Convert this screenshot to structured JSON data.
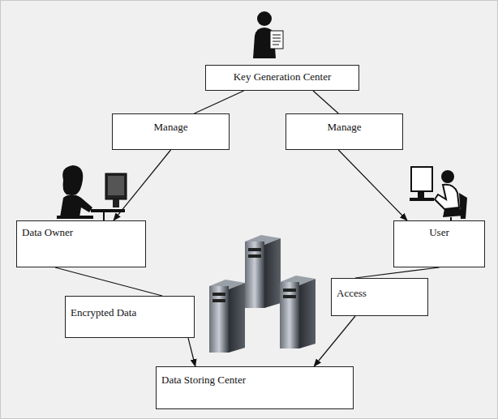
{
  "diagram": {
    "nodes": [
      {
        "text": [
          "Key Generation Center"
        ]
      },
      {
        "text": [
          "Manage"
        ]
      },
      {
        "text": [
          "Manage"
        ]
      },
      {
        "text": [
          "Data Owner"
        ]
      },
      {
        "text": [
          "User"
        ]
      },
      {
        "text": [
          "Encrypted Data"
        ]
      },
      {
        "text": [
          "Access"
        ]
      },
      {
        "text": [
          "Data Storing Center"
        ]
      }
    ],
    "edges": [
      {
        "from": 0,
        "to": 1,
        "arrow": "none"
      },
      {
        "from": 1,
        "to": 3,
        "arrow": "to"
      },
      {
        "from": 0,
        "to": 2,
        "arrow": "none"
      },
      {
        "from": 2,
        "to": 4,
        "arrow": "to"
      },
      {
        "from": 3,
        "to": 5,
        "arrow": "none"
      },
      {
        "from": 5,
        "to": 7,
        "arrow": "to"
      },
      {
        "from": 4,
        "to": 6,
        "arrow": "none"
      },
      {
        "from": 6,
        "to": 7,
        "arrow": "to"
      }
    ]
  }
}
